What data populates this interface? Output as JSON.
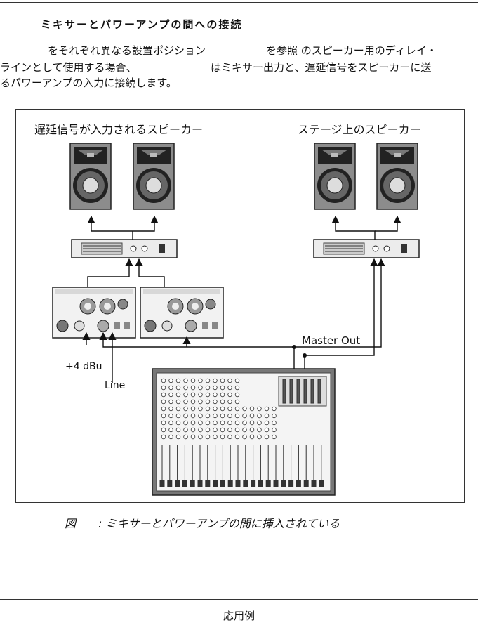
{
  "section_title": "ミキサーとパワーアンプの間への接続",
  "paragraph": {
    "line1a": "をそれぞれ異なる設置ポジション",
    "line1b": "を参照  のスピーカー用のディレイ・",
    "line2a": "ラインとして使用する場合、",
    "line2b": "はミキサー出力と、遅延信号をスピーカーに送",
    "line3": "るパワーアンプの入力に接続します。"
  },
  "figure": {
    "label_delayed_speakers": "遅延信号が入力されるスピーカー",
    "label_stage_speakers": "ステージ上のスピーカー",
    "label_master_out": "Master Out",
    "label_plus4": "+4 dBu",
    "label_line": "Line"
  },
  "caption": {
    "prefix": "図",
    "text": ": ミキサーとパワーアンプの間に挿入されている"
  },
  "footer": "応用例"
}
